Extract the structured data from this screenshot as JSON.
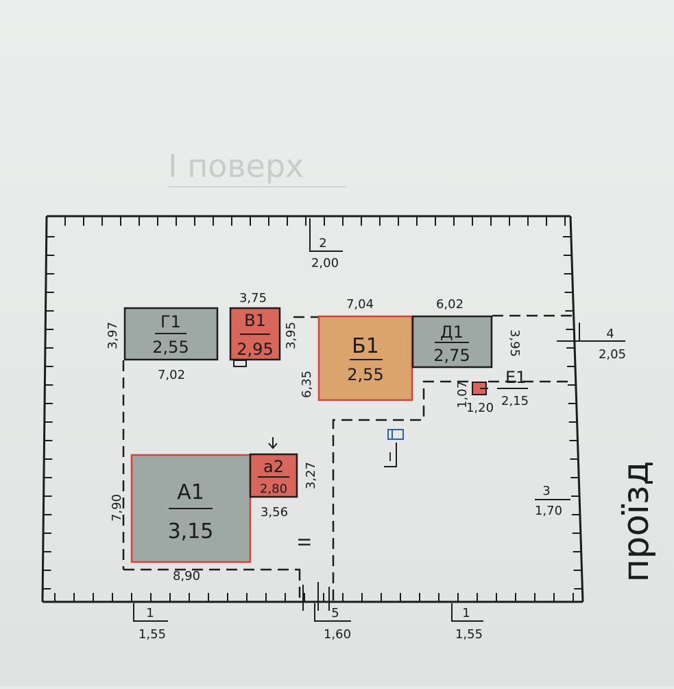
{
  "page_heading": "І поверх",
  "road_label": "проїзд",
  "colors": {
    "gray_room": "#9ea8a4",
    "red_room": "#d9665a",
    "orange_room": "#dba46d",
    "red_outline": "#d0443a",
    "ink": "#1c1c1c",
    "blue_mark": "#2a5db5"
  },
  "rooms": {
    "A1": {
      "name": "А1",
      "height": "3,15"
    },
    "A2": {
      "name": "а2",
      "height": "2,80"
    },
    "B1": {
      "name": "Б1",
      "height": "2,55"
    },
    "V1": {
      "name": "В1",
      "height": "2,95"
    },
    "G1": {
      "name": "Г1",
      "height": "2,55"
    },
    "D1": {
      "name": "Д1",
      "height": "2,75"
    },
    "E1": {
      "name": "Е1",
      "height": "2,15"
    }
  },
  "dimensions": {
    "g1_left": "3,97",
    "g1_bottom": "7,02",
    "v1_top": "3,75",
    "v1_right": "3,95",
    "b1_top": "7,04",
    "b1_left": "6,35",
    "d1_top": "6,02",
    "d1_right": "3,95",
    "e1_left": "1,07",
    "e1_bottom": "1,20",
    "e1_right": "2,15",
    "a1_left": "7,90",
    "a1_bottom": "8,90",
    "a2_right": "3,27",
    "a2_bottom": "3,56"
  },
  "fences": [
    {
      "num": "2",
      "len": "2,00"
    },
    {
      "num": "4",
      "len": "2,05"
    },
    {
      "num": "3",
      "len": "1,70"
    },
    {
      "num": "1",
      "len": "1,55"
    },
    {
      "num": "5",
      "len": "1,60"
    },
    {
      "num": "1",
      "len": "1,55"
    }
  ],
  "markers": {
    "roman_one": "І",
    "roman_two": "ІІ"
  }
}
